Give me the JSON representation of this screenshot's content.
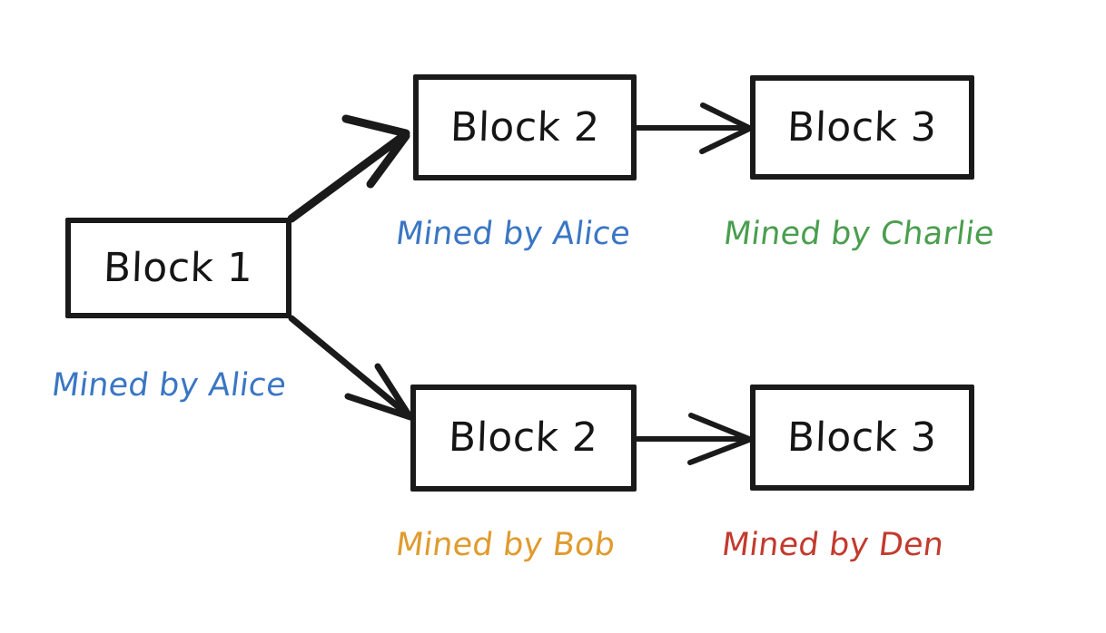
{
  "diagram": {
    "title": "Blockchain fork diagram",
    "background_color": "#ffffff",
    "stroke_color": "#1a1a1a",
    "blocks": [
      {
        "id": "block-1",
        "label": "Block 1"
      },
      {
        "id": "block-2-top",
        "label": "Block 2"
      },
      {
        "id": "block-3-top",
        "label": "Block 3"
      },
      {
        "id": "block-2-bottom",
        "label": "Block 2"
      },
      {
        "id": "block-3-bottom",
        "label": "Block 3"
      }
    ],
    "miners": [
      {
        "id": "miner-block-1",
        "label": "Mined by Alice",
        "color": "#3a76c4"
      },
      {
        "id": "miner-block-2-top",
        "label": "Mined by Alice",
        "color": "#3a76c4"
      },
      {
        "id": "miner-block-3-top",
        "label": "Mined by Charlie",
        "color": "#4a9e4e"
      },
      {
        "id": "miner-block-2-bottom",
        "label": "Mined by Bob",
        "color": "#e09b2d"
      },
      {
        "id": "miner-block-3-bottom",
        "label": "Mined by Den",
        "color": "#c33a2e"
      }
    ],
    "edges": [
      {
        "id": "edge-block1-to-block2-top",
        "from": "block-1",
        "to": "block-2-top"
      },
      {
        "id": "edge-block1-to-block2-bottom",
        "from": "block-1",
        "to": "block-2-bottom"
      },
      {
        "id": "edge-block2-to-block3-top",
        "from": "block-2-top",
        "to": "block-3-top"
      },
      {
        "id": "edge-block2-to-block3-bottom",
        "from": "block-2-bottom",
        "to": "block-3-bottom"
      }
    ]
  }
}
